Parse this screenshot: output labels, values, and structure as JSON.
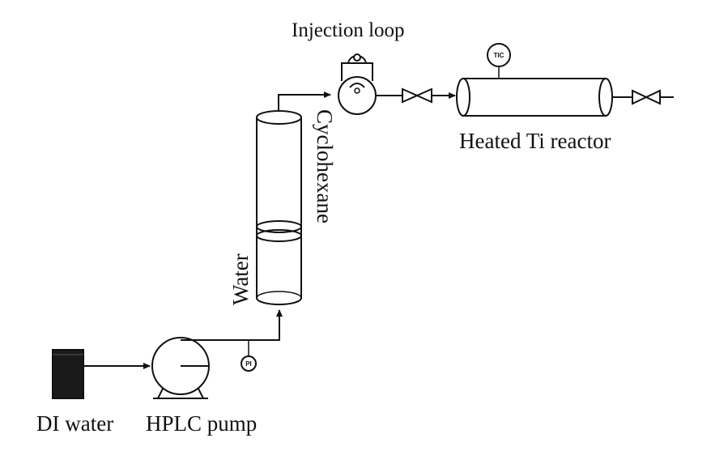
{
  "labels": {
    "injection_loop": "Injection loop",
    "heated_reactor": "Heated Ti reactor",
    "cyclohexane": "Cyclohexane",
    "water": "Water",
    "di_water": "DI water",
    "hplc_pump": "HPLC pump"
  },
  "instruments": {
    "temperature": "TIC",
    "pressure": "PI"
  },
  "colors": {
    "line": "#111111",
    "reservoir": "#1a1a1a",
    "background": "#ffffff"
  }
}
